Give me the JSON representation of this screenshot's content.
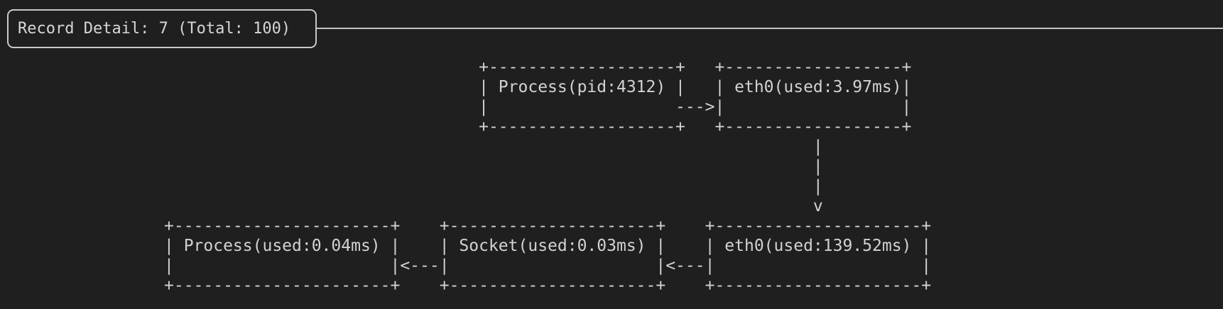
{
  "window": {
    "background_color": "#1f1f1f",
    "text_color": "#d2d2d2",
    "border_color": "#c9c9c9"
  },
  "header": {
    "title": "Record Detail: 7 (Total: 100)",
    "record_index": 7,
    "record_total": 100
  },
  "diagram": {
    "nodes": [
      {
        "id": "process-top",
        "label": "Process(pid:4312)"
      },
      {
        "id": "eth0-top",
        "label": "eth0(used:3.97ms)"
      },
      {
        "id": "process-bottom",
        "label": "Process(used:0.04ms)"
      },
      {
        "id": "socket-bottom",
        "label": "Socket(used:0.03ms)"
      },
      {
        "id": "eth0-bottom",
        "label": "eth0(used:139.52ms)"
      }
    ],
    "edges": [
      {
        "from": "process-top",
        "to": "eth0-top",
        "arrow": "--->"
      },
      {
        "from": "eth0-top",
        "to": "eth0-bottom",
        "arrow": "v"
      },
      {
        "from": "eth0-bottom",
        "to": "socket-bottom",
        "arrow": "<---"
      },
      {
        "from": "socket-bottom",
        "to": "process-bottom",
        "arrow": "<---"
      }
    ],
    "ascii_lines": [
      "                                +-------------------+   +------------------+",
      "                                | Process(pid:4312) |   | eth0(used:3.97ms)|",
      "                                |                   --->|                  |",
      "                                +-------------------+   +------------------+",
      "                                                                  |",
      "                                                                  |",
      "                                                                  |",
      "                                                                  v",
      "+----------------------+    +---------------------+    +---------------------+",
      "| Process(used:0.04ms) |    | Socket(used:0.03ms) |    | eth0(used:139.52ms) |",
      "|                      |<---|                     |<---|                     |",
      "+----------------------+    +---------------------+    +---------------------+"
    ]
  }
}
